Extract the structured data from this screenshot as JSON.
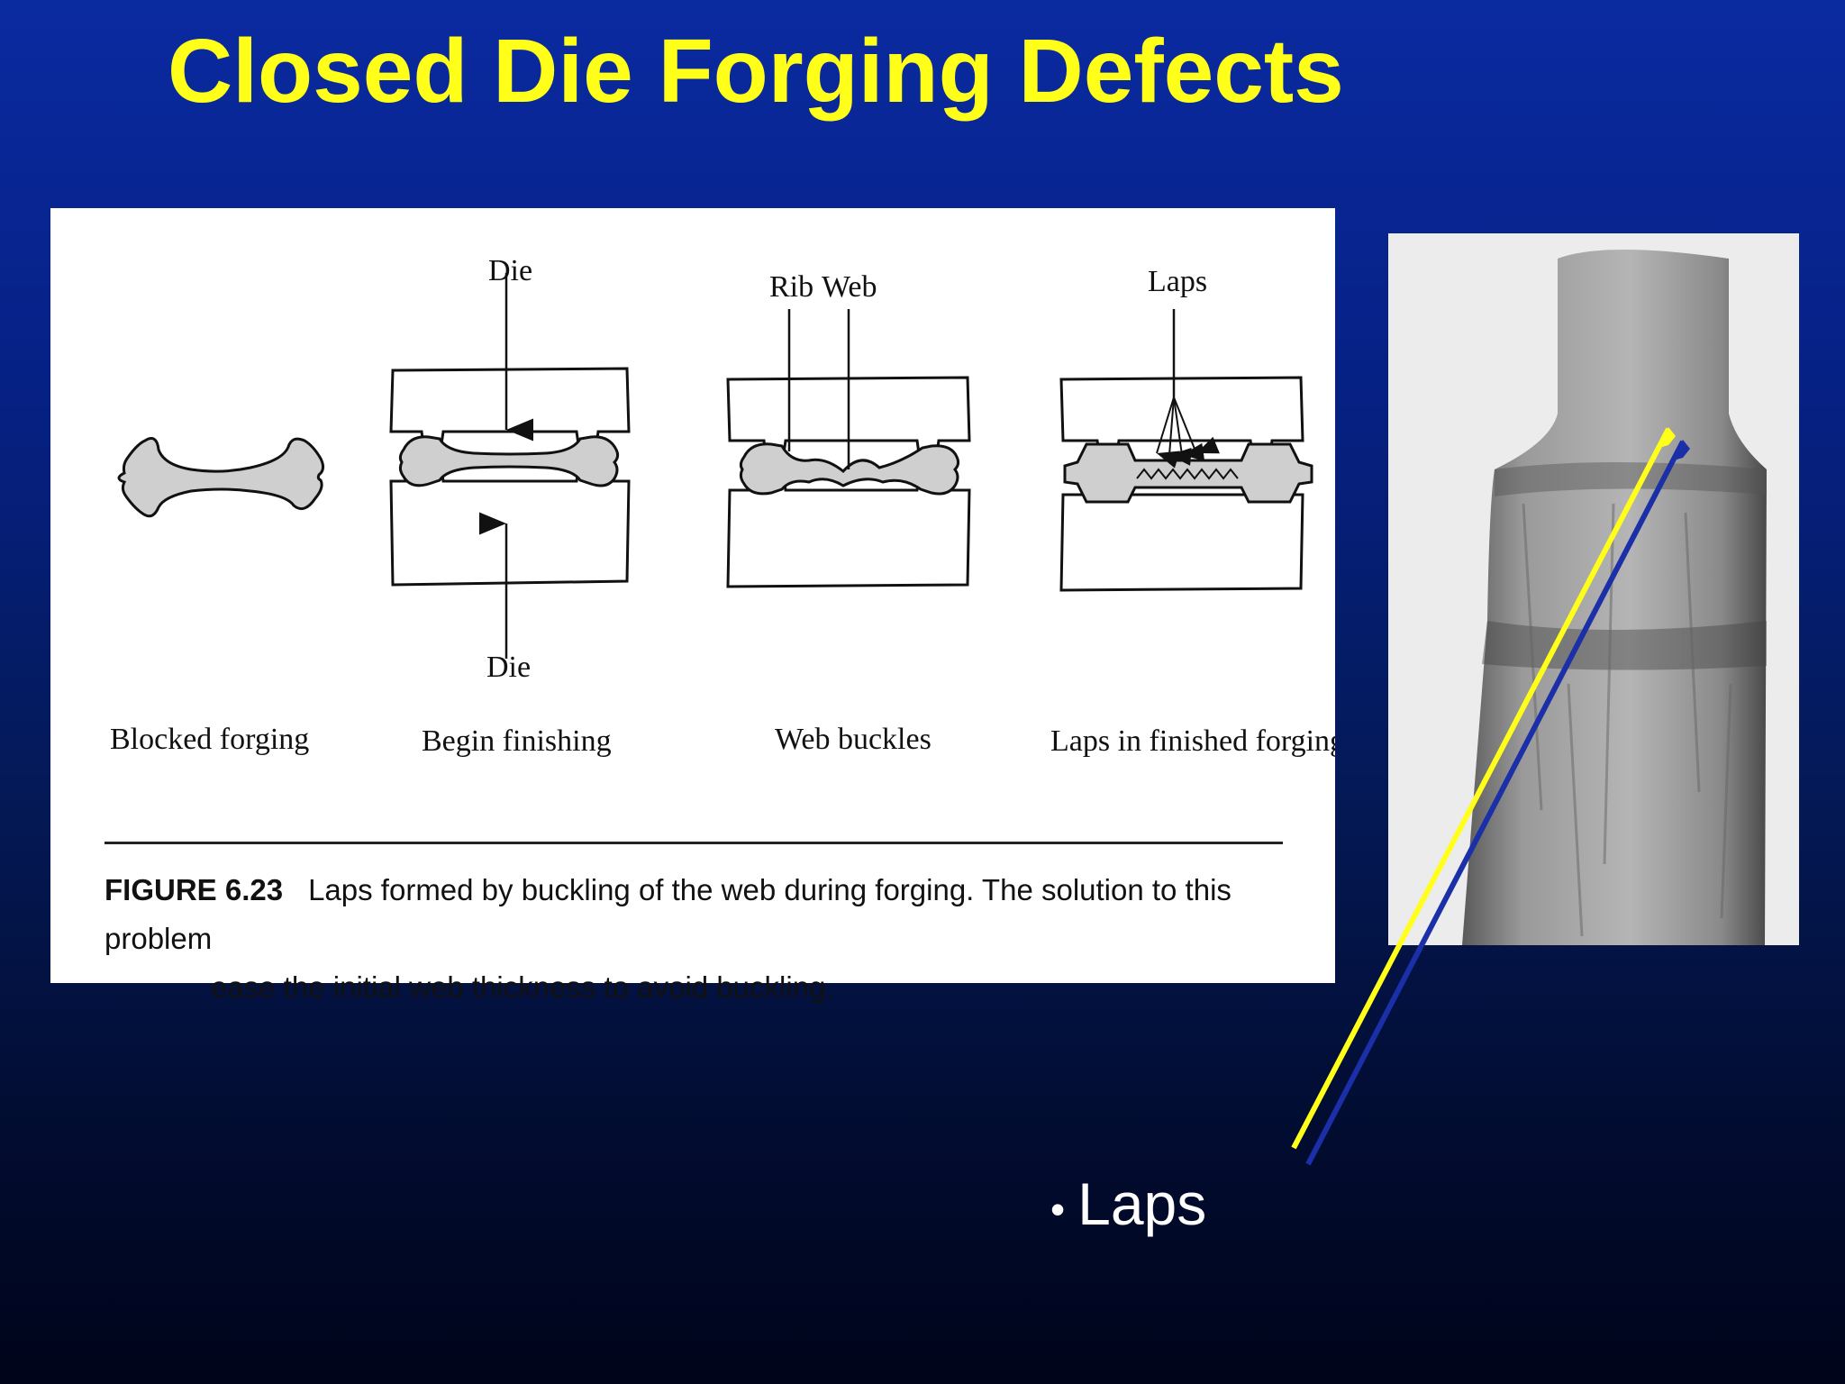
{
  "slide": {
    "title": "Closed Die Forging Defects"
  },
  "figure": {
    "labels": {
      "die_top": "Die",
      "die_bottom": "Die",
      "rib": "Rib",
      "web": "Web",
      "laps": "Laps"
    },
    "stages": [
      "Blocked forging",
      "Begin finishing",
      "Web buckles",
      "Laps in finished forging"
    ],
    "caption": {
      "number": "FIGURE 6.23",
      "line1": "Laps formed by buckling of the web during forging. The solution to this problem",
      "line2": "ease the initial web thickness to avoid buckling."
    }
  },
  "bullet": {
    "text": "Laps"
  },
  "colors": {
    "title": "#ffff1a",
    "arrow_yellow": "#ffff1a",
    "arrow_blue": "#1b2fa8",
    "forging_fill": "#cfcfcf"
  }
}
